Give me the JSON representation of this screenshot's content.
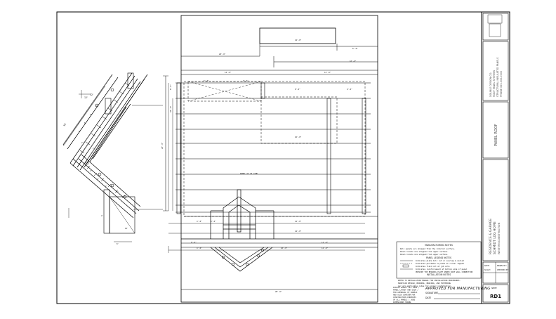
{
  "plan": {
    "center_label": "PANEL AT 24 LINE",
    "dims_top": [
      "12'-0\"",
      "20'-0\"",
      "8'-0\"",
      "10'-0\"",
      "14'-6\"",
      "12'-0\"",
      "8'-0\"",
      "6'-0\"",
      "8'-0\"",
      "6'-0\""
    ],
    "dims_left": [
      "20'-0\"",
      "40'-0\"",
      "8'-0\""
    ],
    "dims_bottom": [
      "4'-0\"",
      "4'-0\"",
      "12'-0\"",
      "14'-0\"",
      "8'-0\"",
      "4'-0\"",
      "28'-0\""
    ],
    "dims_right": [
      "12'-0\"",
      "12'-0\"",
      "10'-0\""
    ],
    "dims_bay": [
      "16'-0\""
    ]
  },
  "section": {
    "dims": [
      "10'",
      "12'",
      "12'",
      "8'",
      "6'",
      "4'",
      "4'",
      "2'",
      "2'",
      "2'",
      "2'",
      "2'",
      "2'",
      "4'",
      "8'",
      "10'"
    ]
  },
  "notes": {
    "title": "MANUFACTURING NOTES",
    "lines": [
      "Roll panels are shipped from the interior surface.",
      "Panel hoists are shipped from upper surface.",
      "Panel hoists are shipped from upper surface."
    ],
    "legend_title": "PANEL LEGEND NOTES",
    "legend": [
      "Indicates plate bill cut or overlap & nailed",
      "Indicates perimeter & plate at corner lapped",
      "Indicates field cut at job site",
      "Indicates reinforcement at bottom side of panel",
      "PROVIDE TOP BEARING PLATE UNDER EACH WALL CONNECTION"
    ],
    "install_title": "INSTALLATION NOTES",
    "install_lines": [
      "REFER TO INSTALLATION MANUAL FOR INSTALLATION PROCEDURES.",
      "MAINTAIN DESIGN, BEARING, BRACING, AND FASTENING",
      "per all applicable codes for proper installation."
    ],
    "approval_text": [
      "PLEASE VERIFY ALL DIMS /",
      "PANEL LAYOUT AND SIGN /",
      "FOR APPROVAL OF PANELS",
      "AND ALSO CONFIRM FOR",
      "CONSTRUCTION PURPOSES",
      "OF ALL PANELS / JOBS",
      "DIMENSIONS SHOWN."
    ],
    "approved_label": "APPROVED FOR MANUFACTURING",
    "signature_label": "SIGNATURE",
    "date_label": "DATE"
  },
  "title_block": {
    "company": [
      "DOUBLE DESIGN CO.",
      "ROOF PANEL SYSTEMS",
      "STRUCTURAL INSULATED PANELS",
      "PHONE 000-000-0000"
    ],
    "drawing_title": "PANEL ROOF",
    "project": [
      "RESIDENCE & GARAGE",
      "SCHMIDT LOG HOME",
      "WESTERN CONSTRUCTION"
    ],
    "sheet_info": [
      "DATE:",
      "SCALE:",
      "DRAWN BY:",
      "CHECKED BY:"
    ],
    "sheet_prefix": "SHEET",
    "sheet_number": "RD1"
  }
}
